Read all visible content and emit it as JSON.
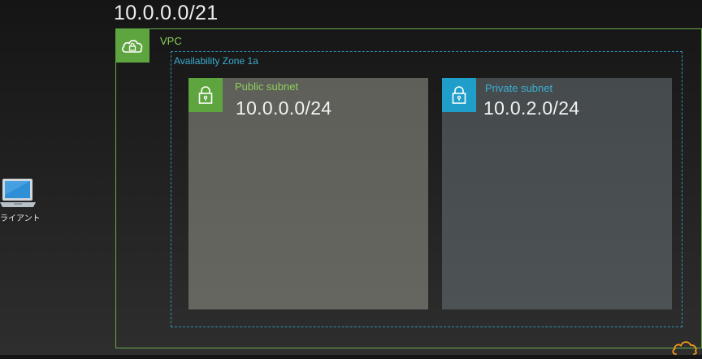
{
  "vpc": {
    "cidr": "10.0.0.0/21",
    "label": "VPC",
    "icon": "cloud-lock-icon",
    "color": "#5ea540"
  },
  "availability_zone": {
    "label": "Availability Zone 1a",
    "color": "#2f92b0"
  },
  "subnets": [
    {
      "name": "Public subnet",
      "cidr": "10.0.0.0/24",
      "icon": "lock-icon",
      "color": "#5ea540"
    },
    {
      "name": "Private subnet",
      "cidr": "10.0.2.0/24",
      "icon": "lock-icon",
      "color": "#1f9ec9"
    }
  ],
  "client": {
    "label": "ライアント",
    "icon": "laptop-icon"
  },
  "branding": {
    "icon": "aws-logo-icon",
    "color": "#f29a1b"
  }
}
